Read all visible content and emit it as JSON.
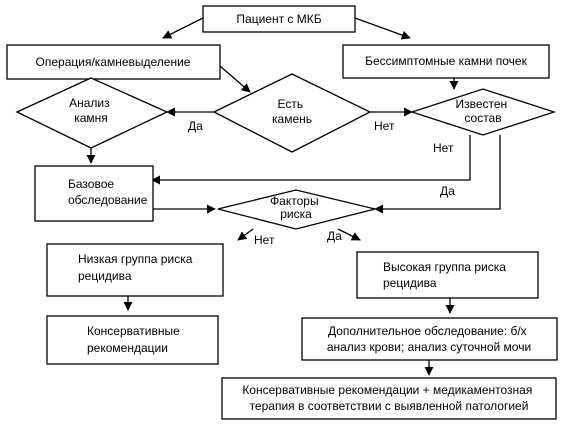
{
  "nodes": {
    "patient": {
      "lines": [
        "Пациент с МКБ"
      ]
    },
    "operation": {
      "lines": [
        "Операция/камневыделение"
      ]
    },
    "asymptomatic": {
      "lines": [
        "Бессимптомные камни почек"
      ]
    },
    "analysis": {
      "lines": [
        "Анализ",
        "камня"
      ]
    },
    "has_stone": {
      "lines": [
        "Есть",
        "камень"
      ]
    },
    "known_comp": {
      "lines": [
        "Известен",
        "состав"
      ]
    },
    "base_exam": {
      "lines": [
        "Базовое",
        "обследование"
      ]
    },
    "risk_factors": {
      "lines": [
        "Факторы",
        "риска"
      ]
    },
    "low_risk": {
      "lines": [
        "Низкая группа риска",
        "рецидива"
      ]
    },
    "high_risk": {
      "lines": [
        "Высокая группа риска",
        "рецидива"
      ]
    },
    "conservative": {
      "lines": [
        "Консервативные",
        "рекомендации"
      ]
    },
    "additional_exam": {
      "lines": [
        "Дополнительное обследование: б/х",
        "анализ крови; анализ суточной мочи"
      ]
    },
    "final": {
      "lines": [
        "Консервативные рекомендации + медикаментозная",
        "терапия в соответствии с выявленной патологией"
      ]
    }
  },
  "edge_labels": {
    "yes_analysis": "Да",
    "no_known": "Нет",
    "no_base": "Нет",
    "yes_risk": "Да",
    "no_low": "Нет",
    "yes_high": "Да"
  },
  "colors": {
    "stroke": "#000000",
    "fill": "#ffffff"
  }
}
